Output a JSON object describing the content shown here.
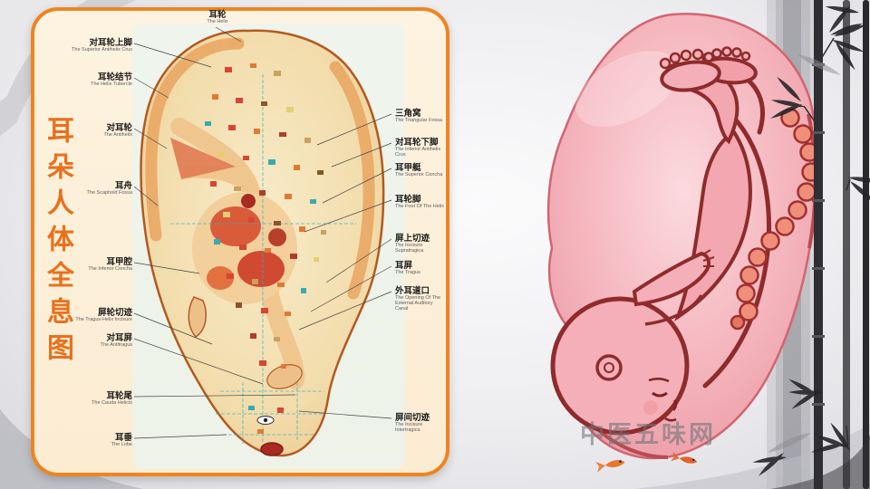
{
  "page": {
    "watermark": "中医五味网"
  },
  "panel": {
    "title": "耳朵人体全息图",
    "top_label": {
      "cn": "耳轮",
      "en": "The Helix"
    },
    "left_labels": [
      {
        "cn": "对耳轮上脚",
        "en": "The Superior Antihelix Crus"
      },
      {
        "cn": "耳轮结节",
        "en": "The Helix Tubercle"
      },
      {
        "cn": "对耳轮",
        "en": "The Antihelix"
      },
      {
        "cn": "耳舟",
        "en": "The Scaphoid Fossa"
      },
      {
        "cn": "耳甲腔",
        "en": "The Inferior Concha"
      },
      {
        "cn": "屏轮切迹",
        "en": "The Tragus-Helix Incisure"
      },
      {
        "cn": "对耳屏",
        "en": "The Antitragus"
      },
      {
        "cn": "耳轮尾",
        "en": "The Cauda Helicis"
      },
      {
        "cn": "耳垂",
        "en": "The Lobe"
      }
    ],
    "right_labels": [
      {
        "cn": "三角窝",
        "en": "The Triangular Fossa"
      },
      {
        "cn": "对耳轮下脚",
        "en": "The Inferior Antihelix Crus"
      },
      {
        "cn": "耳甲艇",
        "en": "The Superior Concha"
      },
      {
        "cn": "耳轮脚",
        "en": "The Foot Of The Helix"
      },
      {
        "cn": "屏上切迹",
        "en": "The Incisure Supratragica"
      },
      {
        "cn": "耳屏",
        "en": "The Tragus"
      },
      {
        "cn": "外耳道口",
        "en": "The Opening Of The External Auditory Canal"
      },
      {
        "cn": "屏间切迹",
        "en": "The Incisure Intertragica"
      }
    ]
  },
  "colors": {
    "panel_border": "#ef8420",
    "panel_bg": "#fdf3e0",
    "title_orange": "#e9711c",
    "fetus_pink": "#f3a7b0",
    "fetus_outline": "#8f2b2b",
    "accent_cyan": "#2fb3c4"
  }
}
